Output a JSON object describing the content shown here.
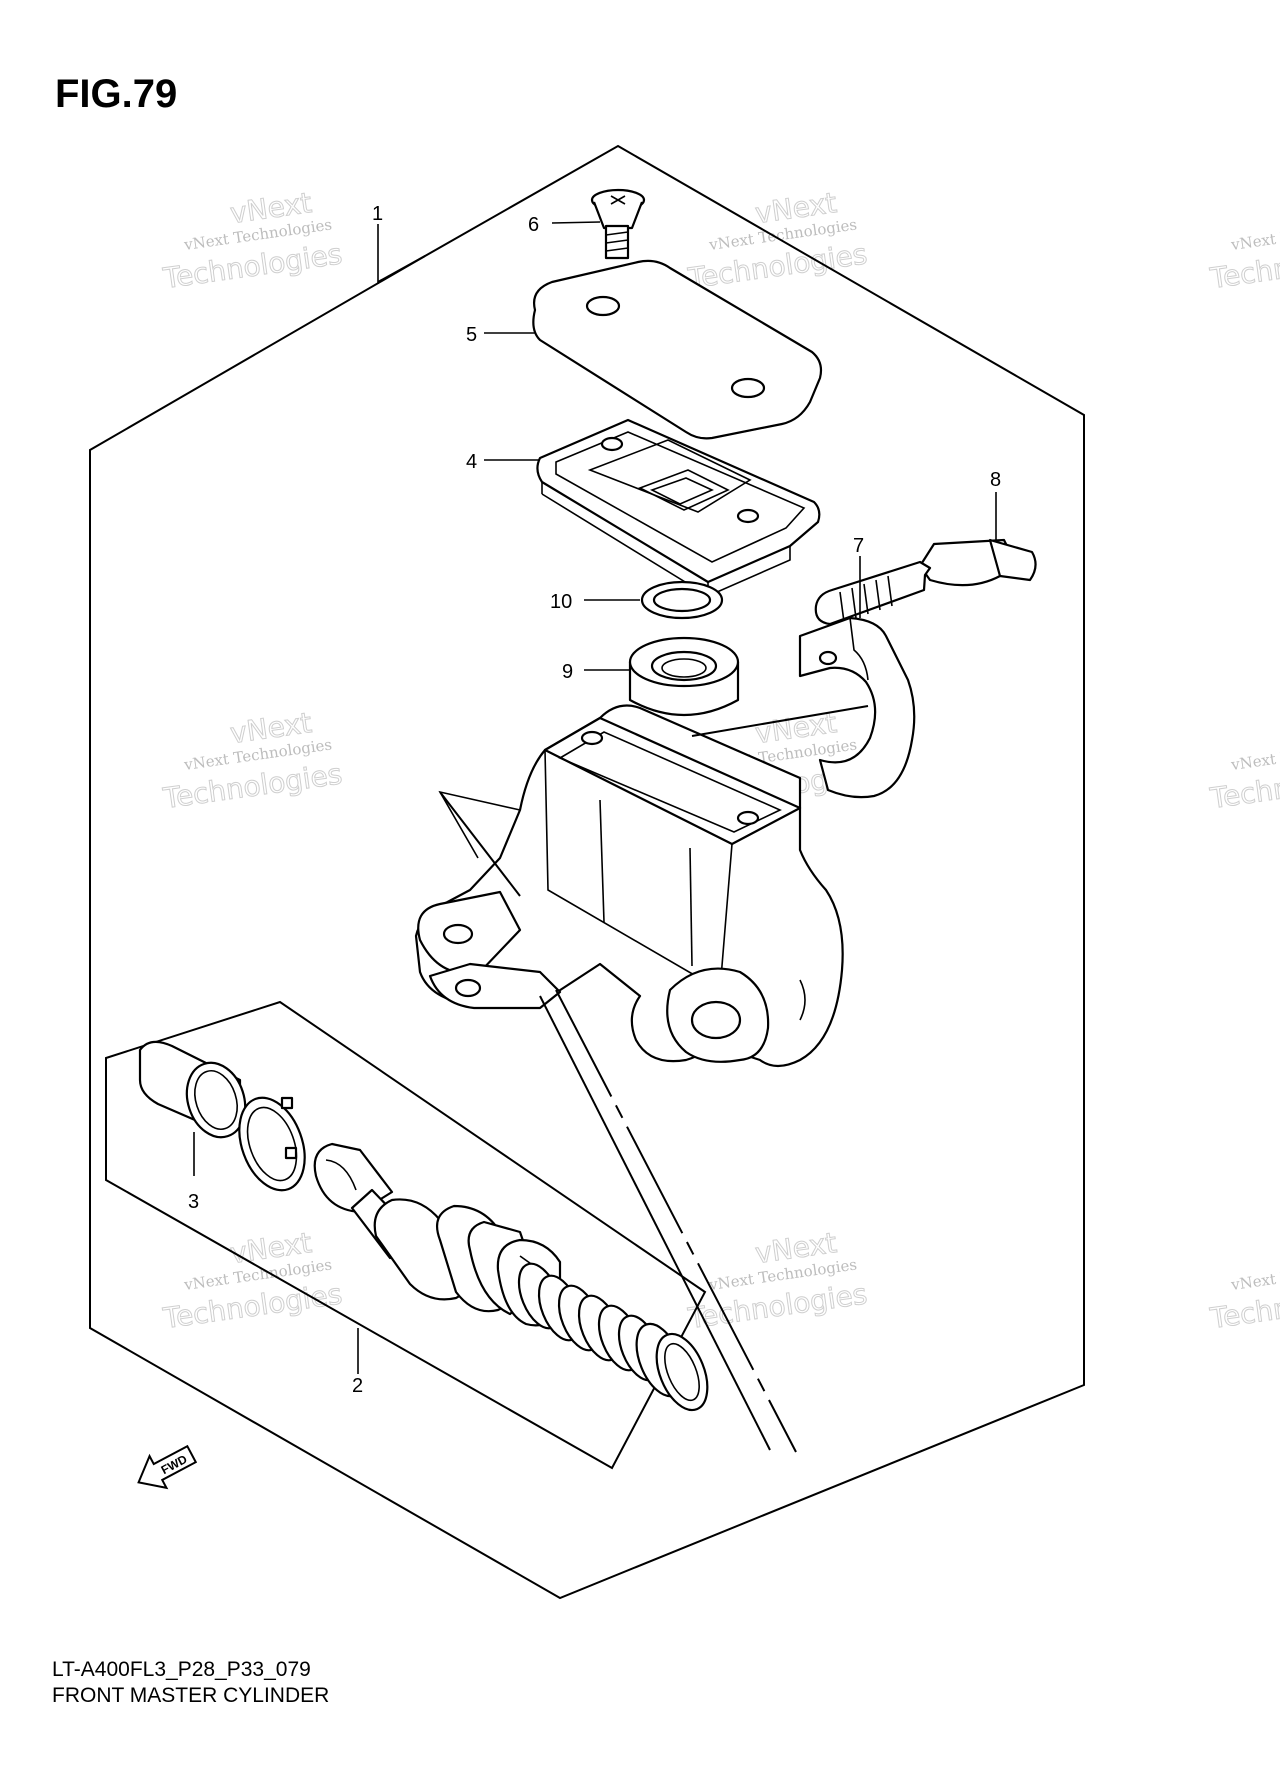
{
  "figure": {
    "title": "FIG.79",
    "code": "LT-A400FL3_P28_P33_079",
    "name": "FRONT MASTER CYLINDER"
  },
  "callouts": [
    {
      "id": "1",
      "label": "1"
    },
    {
      "id": "2",
      "label": "2"
    },
    {
      "id": "3",
      "label": "3"
    },
    {
      "id": "4",
      "label": "4"
    },
    {
      "id": "5",
      "label": "5"
    },
    {
      "id": "6",
      "label": "6"
    },
    {
      "id": "7",
      "label": "7"
    },
    {
      "id": "8",
      "label": "8"
    },
    {
      "id": "9",
      "label": "9"
    },
    {
      "id": "10",
      "label": "10"
    }
  ],
  "direction_badge": "FWD",
  "watermark": {
    "line1": "vNext Technologies",
    "line2": "Technologies",
    "line3": "vNext"
  },
  "colors": {
    "ink": "#000000",
    "watermark": "#bdbdbd",
    "background": "#ffffff"
  }
}
